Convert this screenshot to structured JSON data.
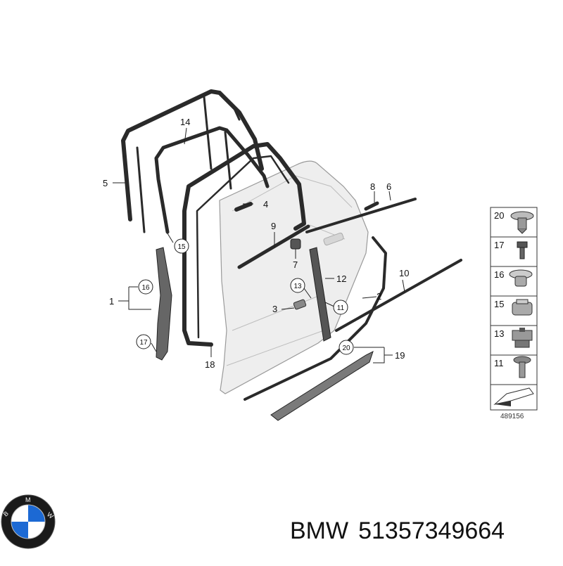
{
  "diagram": {
    "callouts": [
      "1",
      "2",
      "3",
      "4",
      "5",
      "6",
      "7",
      "8",
      "9",
      "10",
      "11",
      "12",
      "13",
      "14",
      "15",
      "16",
      "17",
      "18",
      "19",
      "20",
      "11",
      "13",
      "15",
      "16",
      "17",
      "20"
    ],
    "parts_panel": {
      "items": [
        {
          "number": "20"
        },
        {
          "number": "17"
        },
        {
          "number": "16"
        },
        {
          "number": "15"
        },
        {
          "number": "13"
        },
        {
          "number": "11"
        }
      ],
      "drawing_number": "489156"
    }
  },
  "footer": {
    "brand": "BMW",
    "part_number": "51357349664"
  },
  "colors": {
    "seal": "#2a2a2a",
    "door_panel": "#eeeeee",
    "logo_blue": "#1c69d4"
  }
}
